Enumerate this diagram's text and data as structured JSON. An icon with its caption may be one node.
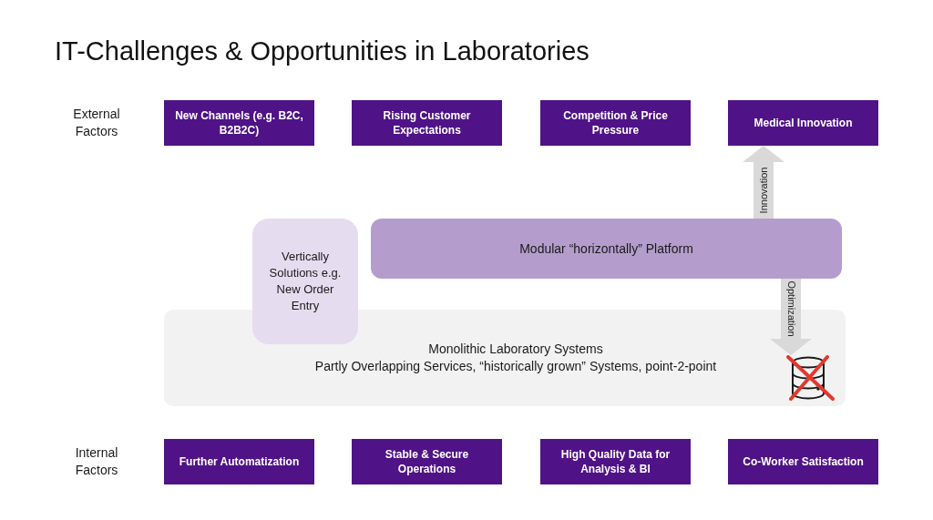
{
  "diagram": {
    "title": "IT-Challenges & Opportunities in Laboratories",
    "nodes": [
      {
        "text": [
          "New Channels (e.g. B2C, B2B2C)"
        ]
      },
      {
        "text": [
          "Rising Customer Expectations"
        ]
      },
      {
        "text": [
          "Competition & Price Pressure"
        ]
      },
      {
        "text": [
          "Medical Innovation"
        ]
      },
      {
        "text": [
          "Vertically Solutions e.g. New Order Entry"
        ]
      },
      {
        "text": [
          "Modular “horizontally” Platform"
        ]
      },
      {
        "text": [
          "Monolithic Laboratory Systems",
          "Partly Overlapping Services, “historically grown” Systems, point-2-point"
        ]
      },
      {
        "text": [],
        "shape": "picture",
        "in": 6
      },
      {
        "text": [
          "Further Automatization"
        ]
      },
      {
        "text": [
          "Stable & Secure Operations"
        ]
      },
      {
        "text": [
          "High Quality Data for Analysis & BI"
        ]
      },
      {
        "text": [
          "Co-Worker Satisfaction"
        ]
      }
    ],
    "edges": [
      {
        "from": 5,
        "to": 3,
        "arrow": "to",
        "label": "Innovation"
      },
      {
        "from": 5,
        "to": 7,
        "arrow": "to",
        "label": "Optimization"
      }
    ],
    "labels": [
      "External Factors",
      "Internal Factors"
    ]
  }
}
